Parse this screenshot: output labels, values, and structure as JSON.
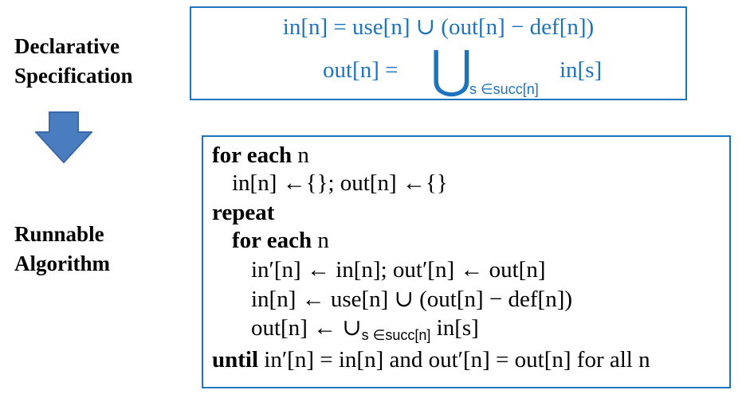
{
  "labels": {
    "declarative_line1": "Declarative",
    "declarative_line2": "Specification",
    "runnable_line1": "Runnable",
    "runnable_line2": "Algorithm"
  },
  "colors": {
    "box_border": "#1f75bb",
    "spec_text": "#1e73be",
    "arrow_fill": "#4a7dbf",
    "arrow_stroke": "#3b6aa8"
  },
  "spec": {
    "eq1": "in[n] = use[n] ∪ (out[n] − def[n])",
    "eq2_lhs": "out[n] =",
    "eq2_union": "⋃",
    "eq2_sub": "s ∈succ[n]",
    "eq2_rhs": "in[s]"
  },
  "algorithm": {
    "l1_kw": "for each",
    "l1_rest": " n",
    "l2": "in[n] ←{}; out[n] ←{}",
    "l3_kw": "repeat",
    "l4_kw": "for each",
    "l4_rest": " n",
    "l5": "in′[n] ← in[n]; out′[n] ← out[n]",
    "l6": "in[n] ← use[n] ∪ (out[n] − def[n])",
    "l7_pre": "out[n] ← ∪",
    "l7_sub": "s ∈succ[n]",
    "l7_post": " in[s]",
    "l8_kw": "until",
    "l8_rest": " in′[n] = in[n] and out′[n] = out[n] for all n"
  }
}
